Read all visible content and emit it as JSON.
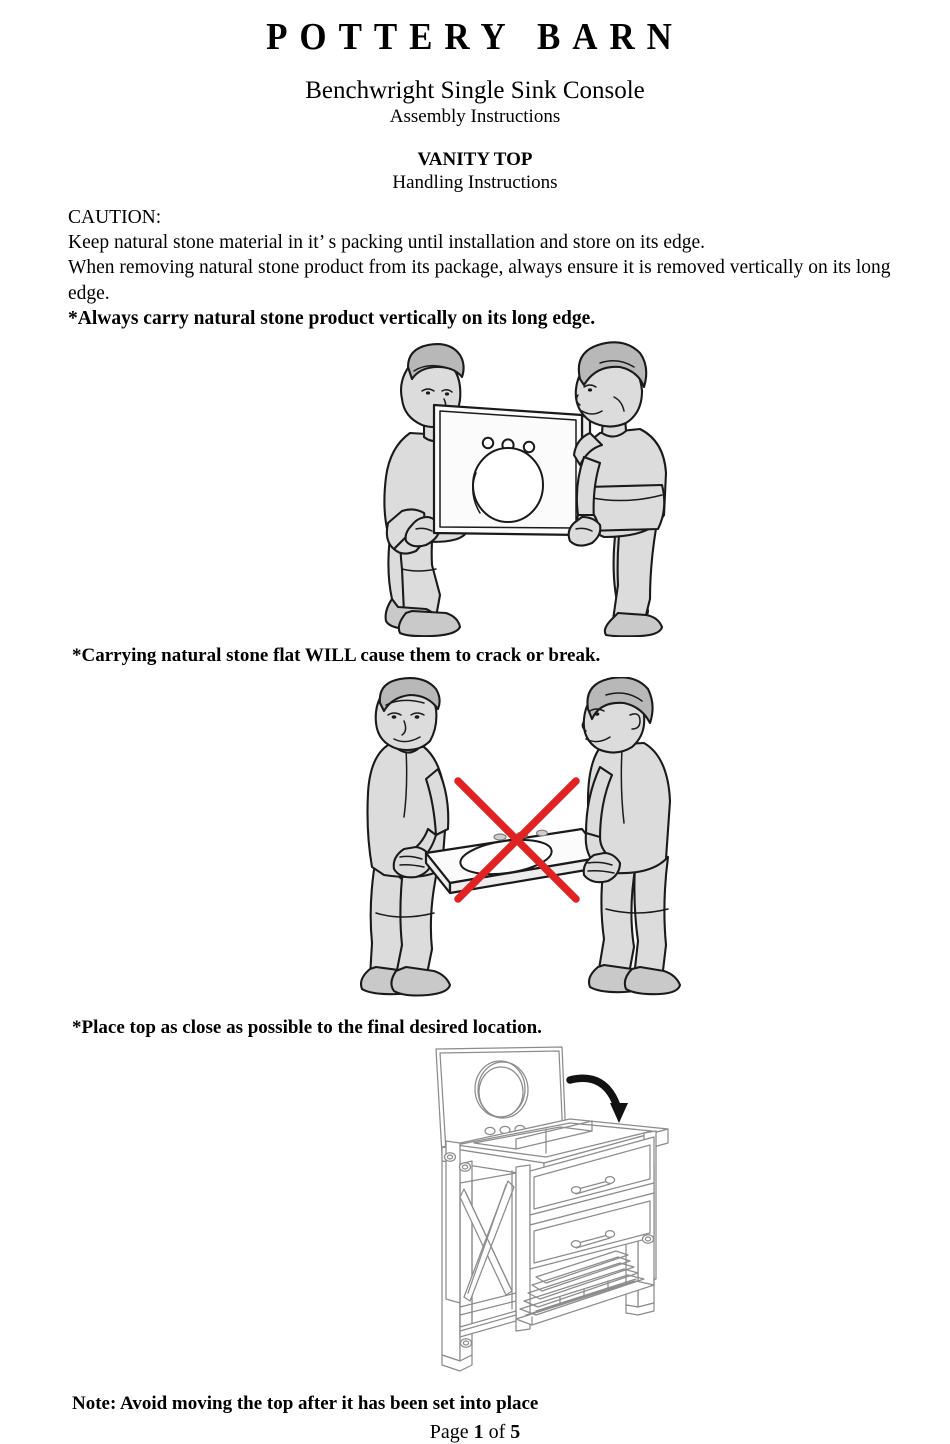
{
  "brand": {
    "line1": "POTTERY",
    "line2": "BARN",
    "full": "POTTERY BARN"
  },
  "header": {
    "product_title": "Benchwright Single Sink Console",
    "document_type": "Assembly Instructions",
    "section_title": "VANITY TOP",
    "section_subtitle": "Handling Instructions"
  },
  "caution": {
    "label": "CAUTION:",
    "line1": "Keep natural stone material in it’ s  packing until installation and store on its edge.",
    "line2": "When removing natural stone product from its package, always ensure it is removed vertically on its long edge.",
    "line3_bold": "*Always carry natural stone product vertically on its long edge."
  },
  "figures": {
    "fig1": {
      "name": "two-people-carrying-stone-vertically",
      "alt": "Two people carrying a vanity top vertically on its long edge",
      "slab_small_holes": 3,
      "slab_sink_cutout": 1
    },
    "fig2": {
      "name": "two-people-carrying-stone-flat-prohibited",
      "alt": "Two people carrying a vanity top flat, crossed out with a red X",
      "prohibition_mark": "red-x",
      "prohibition_color": "#e02222",
      "slab_small_holes": 3,
      "slab_sink_cutout": 1
    },
    "fig3": {
      "name": "vanity-console-with-top-lowering",
      "alt": "Vanity console base with vanity top being lowered into place",
      "drawers": 2,
      "drawer_pulls": 2,
      "shelf_slats": 5,
      "arrow": "curved-down-arrow",
      "slab_small_holes": 3
    }
  },
  "captions": {
    "caption1": "*Carrying natural stone flat WILL cause them to crack or break.",
    "caption2": "*Place top as close as possible to the final desired location.",
    "note": "Note:  Avoid moving the top after it has been set into place"
  },
  "footer": {
    "page_prefix": "Page",
    "page_number": "1",
    "page_middle": "of",
    "page_total": "5",
    "full": "Page 1 of 5"
  },
  "colors": {
    "ink": "#1a1a1a",
    "figure_fill": "#dcdcdc",
    "line_art": "#8c8c8c",
    "prohibition_red": "#e02222",
    "background": "#ffffff"
  }
}
